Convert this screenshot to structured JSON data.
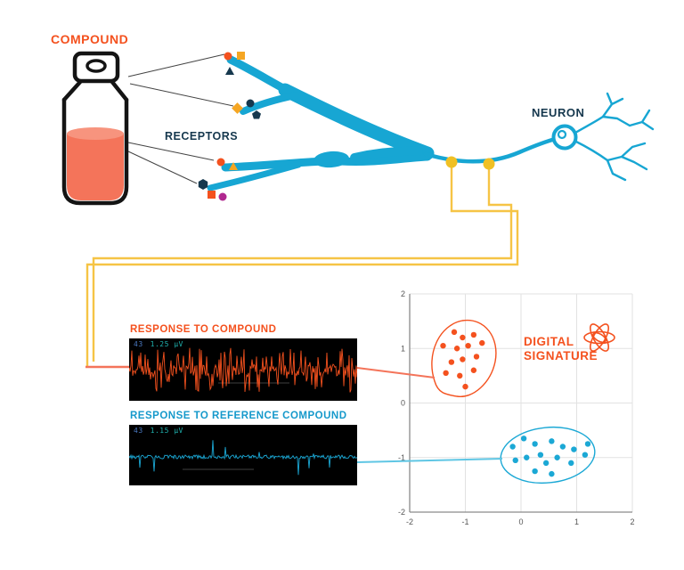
{
  "labels": {
    "compound": "COMPOUND",
    "receptors": "RECEPTORS",
    "neuron": "NEURON",
    "response_to_compound": "RESPONSE TO COMPOUND",
    "response_to_reference": "RESPONSE TO REFERENCE COMPOUND",
    "digital_line1": "DIGITAL",
    "digital_line2": "SIGNATURE"
  },
  "traces": {
    "compound": {
      "channel": "43",
      "amplitude": "1.25 µV",
      "color": "#f4511e"
    },
    "reference": {
      "channel": "43",
      "amplitude": "1.15 µV",
      "color": "#1ba8d5"
    }
  },
  "colors": {
    "orange": "#f4511e",
    "salmon": "#f4745a",
    "cyan": "#17a6d3",
    "navy": "#16384e",
    "yellow": "#f6c445",
    "magenta": "#b0288f",
    "grid": "#e2e2e2",
    "axis": "#8a8a8a"
  },
  "chart_data": {
    "type": "scatter",
    "title": "",
    "xlabel": "",
    "ylabel": "",
    "xlim": [
      -2,
      2
    ],
    "ylim": [
      -2,
      2
    ],
    "xticks": [
      -2,
      -1,
      0,
      1,
      2
    ],
    "yticks": [
      -2,
      -1,
      0,
      1,
      2
    ],
    "grid": true,
    "legend": "none",
    "series": [
      {
        "name": "Response to compound",
        "color": "#f4511e",
        "points": [
          [
            -1.2,
            1.3
          ],
          [
            -1.05,
            1.2
          ],
          [
            -0.85,
            1.25
          ],
          [
            -1.4,
            1.05
          ],
          [
            -1.15,
            1.0
          ],
          [
            -0.95,
            1.05
          ],
          [
            -0.7,
            1.1
          ],
          [
            -1.25,
            0.75
          ],
          [
            -1.05,
            0.8
          ],
          [
            -0.8,
            0.85
          ],
          [
            -1.35,
            0.55
          ],
          [
            -1.1,
            0.5
          ],
          [
            -0.85,
            0.6
          ],
          [
            -1.0,
            0.3
          ]
        ]
      },
      {
        "name": "Response to reference compound",
        "color": "#1ba8d5",
        "points": [
          [
            -0.15,
            -0.8
          ],
          [
            0.05,
            -0.65
          ],
          [
            0.25,
            -0.75
          ],
          [
            -0.1,
            -1.05
          ],
          [
            0.1,
            -1.0
          ],
          [
            0.35,
            -0.95
          ],
          [
            0.55,
            -0.7
          ],
          [
            0.45,
            -1.1
          ],
          [
            0.65,
            -1.0
          ],
          [
            0.75,
            -0.8
          ],
          [
            0.95,
            -0.85
          ],
          [
            0.9,
            -1.1
          ],
          [
            1.15,
            -0.95
          ],
          [
            0.55,
            -1.3
          ],
          [
            0.25,
            -1.25
          ],
          [
            1.2,
            -0.75
          ]
        ]
      }
    ]
  }
}
